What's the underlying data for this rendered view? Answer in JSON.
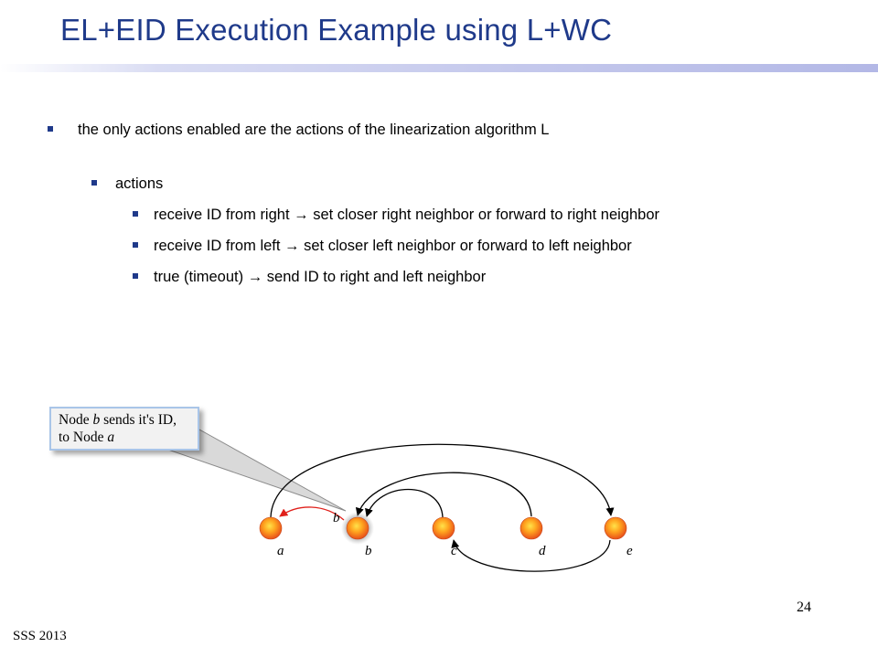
{
  "title": "EL+EID Execution Example using L+WC",
  "bullets": {
    "main": "the only actions enabled are the actions of the linearization algorithm L",
    "actions_heading": "actions",
    "actions": [
      "receive ID from right → set closer right neighbor or forward to right neighbor",
      "receive ID from left →  set closer left neighbor or forward to left neighbor",
      "true (timeout) → send ID to right and left neighbor"
    ]
  },
  "callout": {
    "text_before": "Node ",
    "node": "b",
    "text_middle": " sends it's ID, to Node ",
    "target": "a"
  },
  "diagram": {
    "nodes": [
      {
        "id": "a",
        "label": "a",
        "highlighted": false
      },
      {
        "id": "b",
        "label": "b",
        "highlighted": true
      },
      {
        "id": "c",
        "label": "c",
        "highlighted": false
      },
      {
        "id": "d",
        "label": "d",
        "highlighted": false
      },
      {
        "id": "e",
        "label": "e",
        "highlighted": false
      }
    ],
    "message_label": "b",
    "message_color": "#e0201b",
    "edge_color": "#000000"
  },
  "footer": "SSS 2013",
  "page_number": "24",
  "colors": {
    "title": "#1f3a8a",
    "bullet": "#1f3a8a",
    "node_fill": "#ff8c00"
  }
}
